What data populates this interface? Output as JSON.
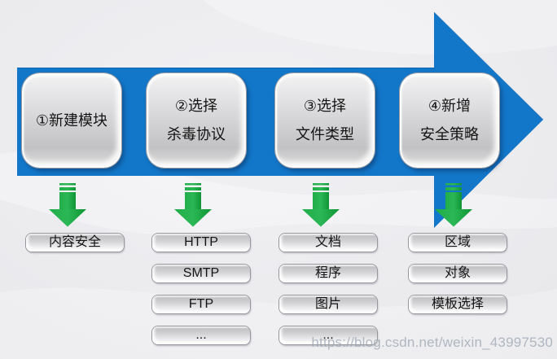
{
  "diagram_title": "",
  "colors": {
    "arrow_blue": "#1377c9",
    "arrow_green": "#17a63c",
    "box_silver": "#d6d6d8",
    "background": "#e9e9ec",
    "watermark_gray": "#a5adb9"
  },
  "steps": [
    {
      "line1": "①新建模块",
      "line2": ""
    },
    {
      "line1": "②选择",
      "line2": "杀毒协议"
    },
    {
      "line1": "③选择",
      "line2": "文件类型"
    },
    {
      "line1": "④新增",
      "line2": "安全策略"
    }
  ],
  "columns": [
    {
      "items": [
        "内容安全"
      ]
    },
    {
      "items": [
        "HTTP",
        "SMTP",
        "FTP",
        "..."
      ]
    },
    {
      "items": [
        "文档",
        "程序",
        "图片",
        "..."
      ]
    },
    {
      "items": [
        "区域",
        "对象",
        "模板选择"
      ]
    }
  ],
  "icons": {
    "process_arrow": "right-arrow-shape",
    "column_arrow": "striped-down-arrow"
  },
  "watermark": {
    "text": "https://blog.csdn.net/weixin_43997530"
  }
}
